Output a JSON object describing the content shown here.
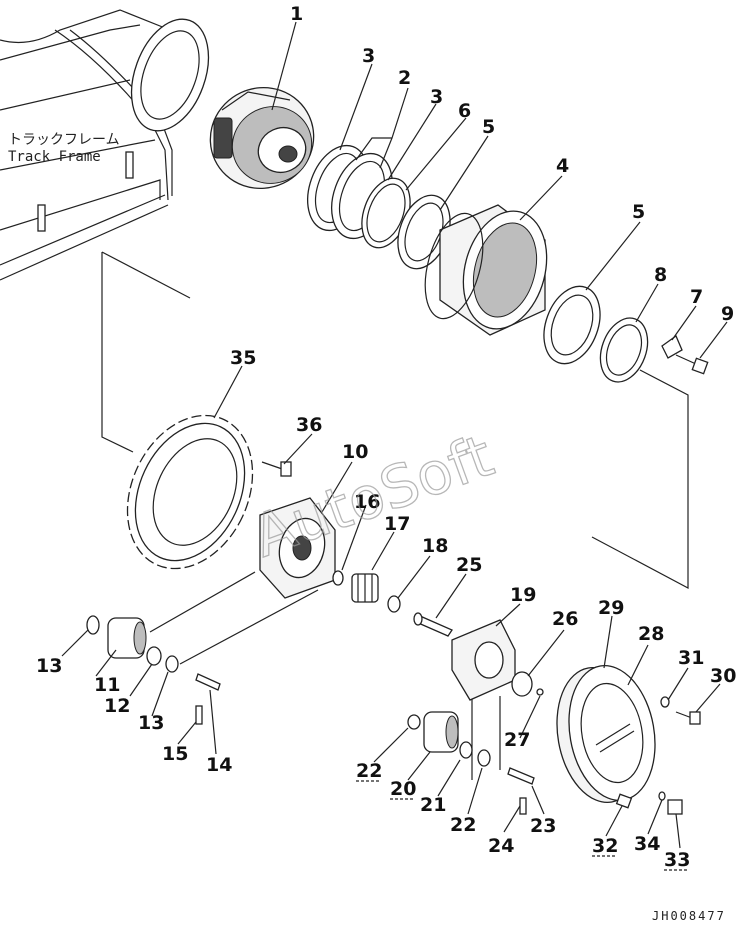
{
  "frame_label_jp": "トラックフレーム",
  "frame_label_en": "Track Frame",
  "watermark": "AutoSoft",
  "doc_code": "JH008477",
  "callouts": {
    "c1": "1",
    "c2": "2",
    "c3a": "3",
    "c3b": "3",
    "c4": "4",
    "c5a": "5",
    "c5b": "5",
    "c6": "6",
    "c7": "7",
    "c8": "8",
    "c9": "9",
    "c10": "10",
    "c11": "11",
    "c12": "12",
    "c13a": "13",
    "c13b": "13",
    "c14": "14",
    "c15": "15",
    "c16": "16",
    "c17": "17",
    "c18": "18",
    "c19": "19",
    "c20": "20",
    "c21": "21",
    "c22a": "22",
    "c22b": "22",
    "c23": "23",
    "c24": "24",
    "c25": "25",
    "c26": "26",
    "c27": "27",
    "c28": "28",
    "c29": "29",
    "c30": "30",
    "c31": "31",
    "c32": "32",
    "c33": "33",
    "c34": "34",
    "c35": "35",
    "c36": "36"
  }
}
